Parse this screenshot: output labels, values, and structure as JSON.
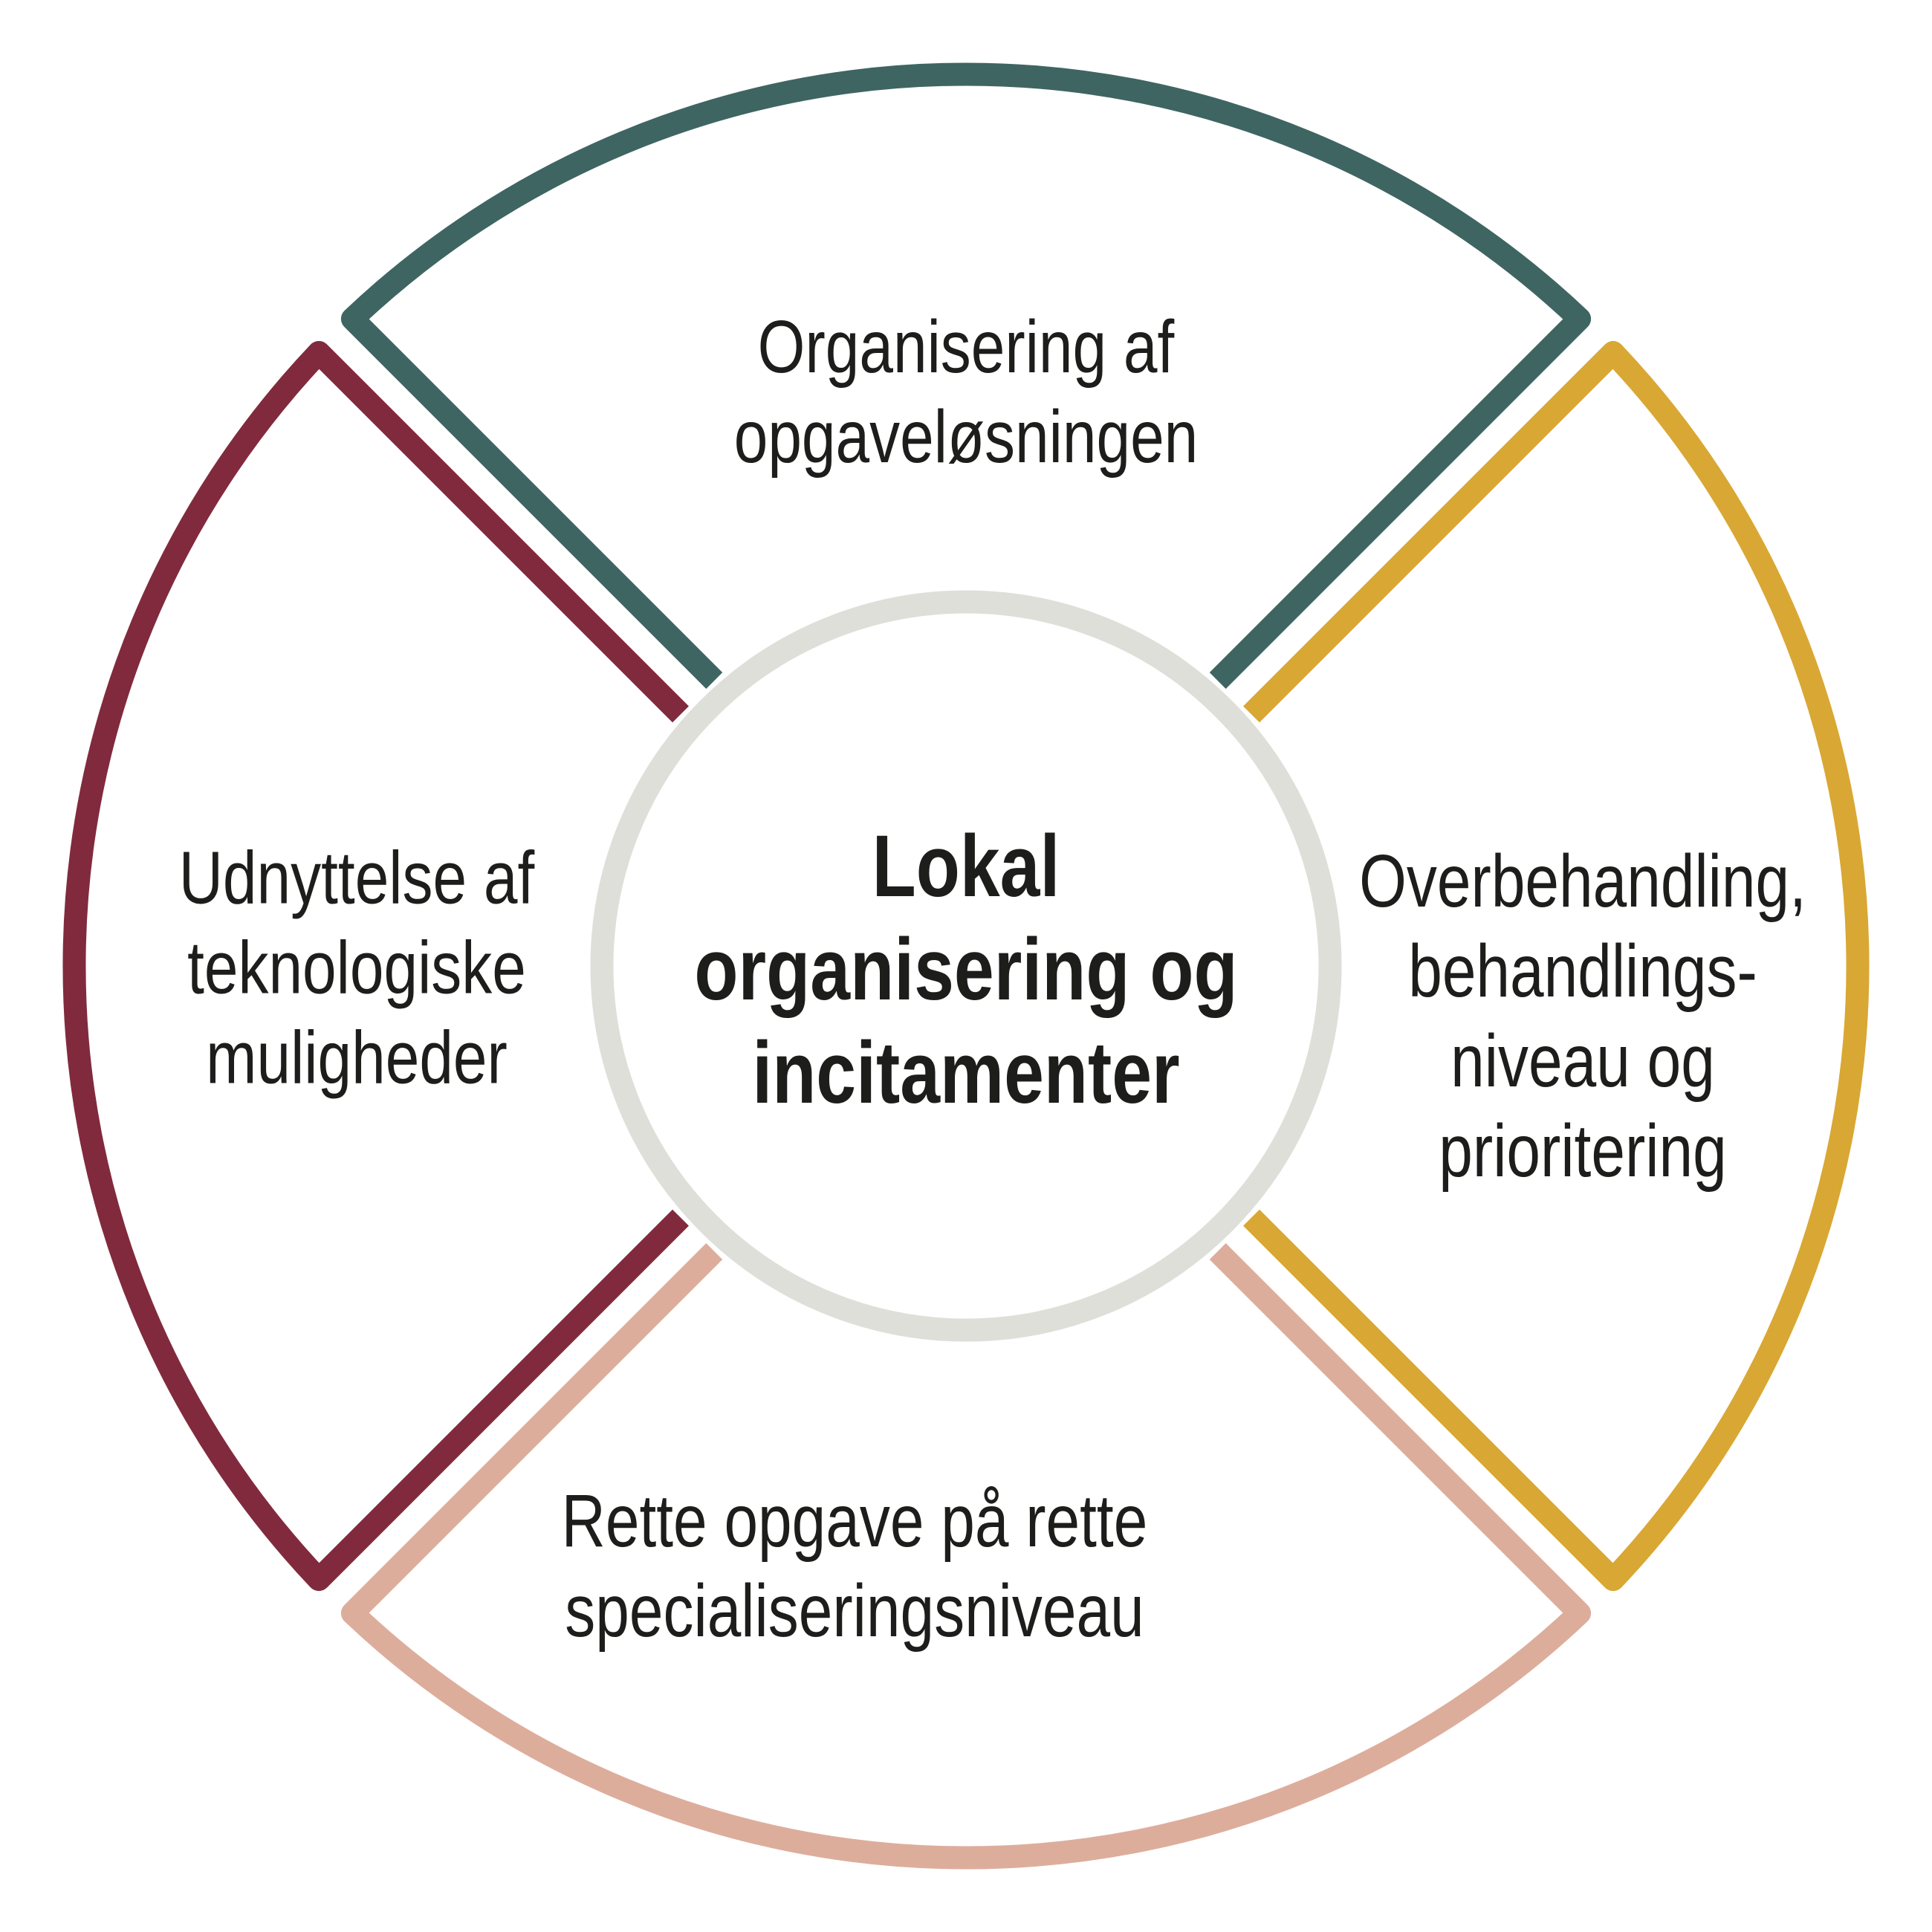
{
  "diagram": {
    "background": "#ffffff",
    "text_color": "#1d1d1b",
    "center": {
      "label": "Lokal\norganisering og\nincitamenter",
      "circle_color": "#dedfd9",
      "fill": "#ffffff"
    },
    "segments": [
      {
        "id": "top",
        "label": "Organisering af\nopgaveløsningen",
        "color": "#3e6562"
      },
      {
        "id": "right",
        "label": "Overbehandling,\nbehandlings-\nniveau og\nprioritering",
        "color": "#d9a733"
      },
      {
        "id": "bottom",
        "label": "Rette opgave på rette\nspecialiseringsniveau",
        "color": "#ddad9c"
      },
      {
        "id": "left",
        "label": "Udnyttelse af\nteknologiske\nmuligheder",
        "color": "#812a3d"
      }
    ]
  }
}
